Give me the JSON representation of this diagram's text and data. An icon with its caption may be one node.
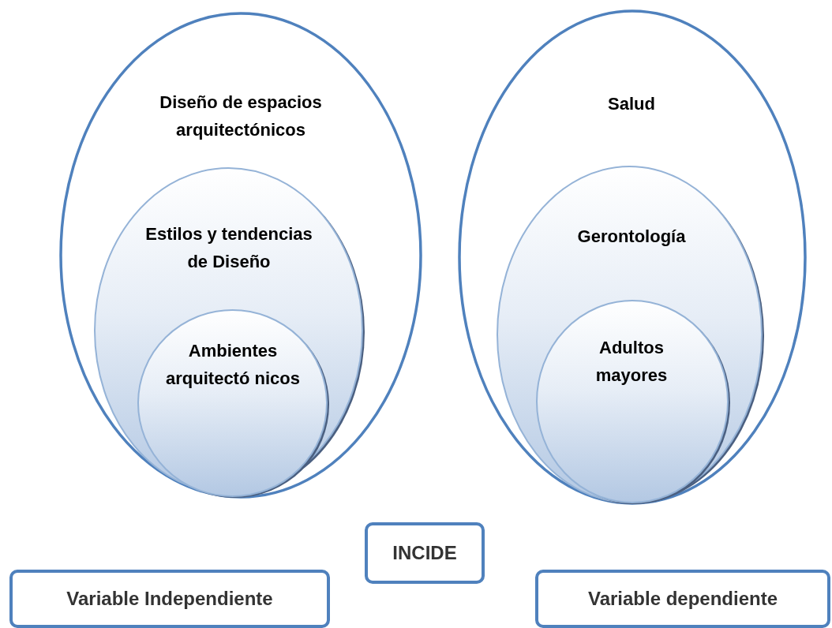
{
  "diagram": {
    "nodes": [
      {
        "text": [
          "Diseño de espacios arquitectónicos"
        ]
      },
      {
        "text": [
          "Estilos y tendencias de Diseño"
        ],
        "in": 0
      },
      {
        "text": [
          "Ambientes arquitectó nicos"
        ],
        "in": 1
      },
      {
        "text": [
          "Salud"
        ]
      },
      {
        "text": [
          "Gerontología"
        ],
        "in": 3
      },
      {
        "text": [
          "Adultos mayores"
        ],
        "in": 4
      },
      {
        "text": [
          "INCIDE"
        ]
      },
      {
        "text": [
          "Variable Independiente"
        ]
      },
      {
        "text": [
          "Variable dependiente"
        ]
      }
    ]
  }
}
